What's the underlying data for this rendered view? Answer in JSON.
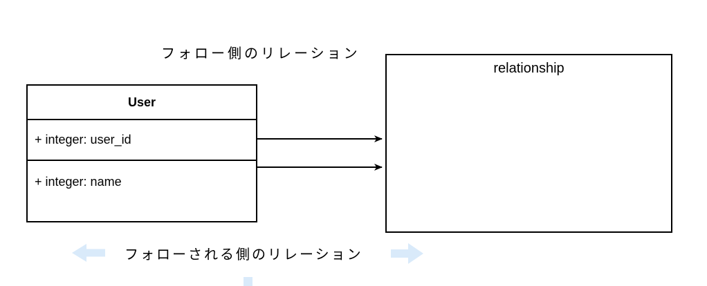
{
  "labels": {
    "top": "フォロー側のリレーション",
    "bottom": "フォローされる側のリレーション"
  },
  "user_table": {
    "title": "User",
    "rows": [
      "+ integer: user_id",
      "+ integer: name"
    ]
  },
  "relationship_box": {
    "title": "relationship"
  },
  "connectors": {
    "count": 2,
    "description": "arrows from User attributes to relationship box"
  },
  "icons": {
    "left_block_arrow": "left-arrow",
    "right_block_arrow": "right-arrow",
    "down_block_arrow_partial": "down-arrow-partial"
  },
  "colors": {
    "stroke": "#000000",
    "block_arrow_fill": "#d9eafa",
    "background": "#ffffff"
  }
}
